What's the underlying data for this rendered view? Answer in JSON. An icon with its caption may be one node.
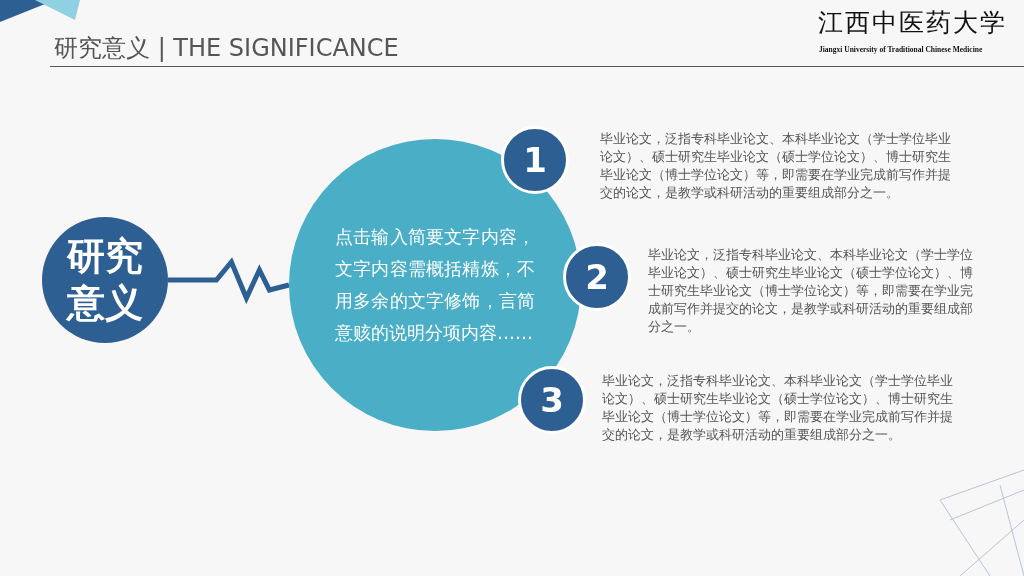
{
  "diagram": {
    "title": "研究意义 | THE SIGNIFICANCE",
    "nodes": [
      {
        "text": [
          "研究意义"
        ]
      },
      {
        "text": [
          "点击输入简要文字内容，文字内容需概括精炼，不用多余的文字修饰，言简意赅的说明分项内容……"
        ]
      },
      {
        "text": [
          "1"
        ],
        "beside": [
          "毕业论文，泛指专科毕业论文、本科毕业论文（学士学位毕业论文）、硕士研究生毕业论文（硕士学位论文）、博士研究生毕业论文（博士学位论文）等，即需要在学业完成前写作并提交的论文，是教学或科研活动的重要组成部分之一。"
        ]
      },
      {
        "text": [
          "2"
        ],
        "beside": [
          "毕业论文，泛指专科毕业论文、本科毕业论文（学士学位毕业论文）、硕士研究生毕业论文（硕士学位论文）、博士研究生毕业论文（博士学位论文）等，即需要在学业完成前写作并提交的论文，是教学或科研活动的重要组成部分之一。"
        ]
      },
      {
        "text": [
          "3"
        ],
        "beside": [
          "毕业论文，泛指专科毕业论文、本科毕业论文（学士学位毕业论文）、硕士研究生毕业论文（硕士学位论文）、博士研究生毕业论文（博士学位论文）等，即需要在学业完成前写作并提交的论文，是教学或科研活动的重要组成部分之一。"
        ]
      }
    ],
    "edges": [
      {
        "from": 0,
        "to": 1,
        "arrow": "none"
      }
    ],
    "labels": [
      "江西中医药大学",
      "Jiangxi University of Traditional Chinese Medicine"
    ]
  }
}
